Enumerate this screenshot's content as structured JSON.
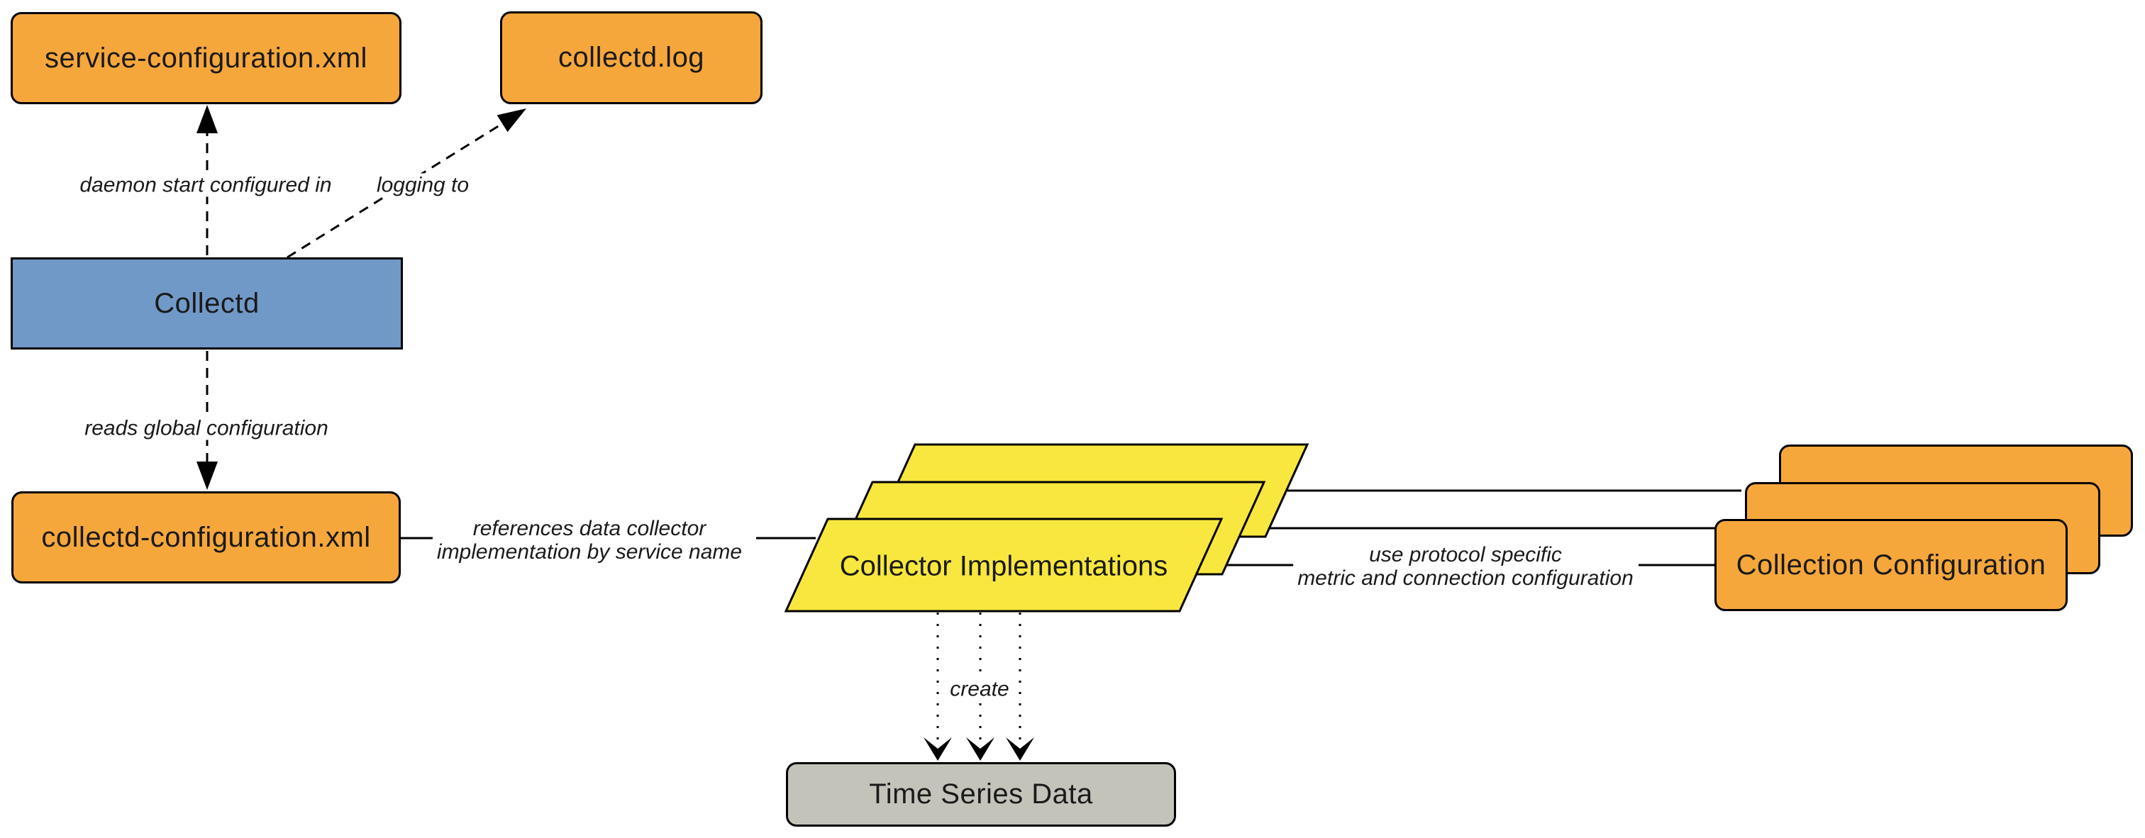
{
  "nodes": {
    "service_config": {
      "label": "service-configuration.xml"
    },
    "collectd_log": {
      "label": "collectd.log"
    },
    "collectd": {
      "label": "Collectd"
    },
    "collectd_config": {
      "label": "collectd-configuration.xml"
    },
    "collector_impls": {
      "label": "Collector Implementations"
    },
    "collection_config": {
      "label": "Collection Configuration"
    },
    "time_series": {
      "label": "Time Series Data"
    }
  },
  "edges": {
    "daemon_start": {
      "label": "daemon start configured in"
    },
    "logging_to": {
      "label": "logging to"
    },
    "reads_global": {
      "label": "reads global configuration"
    },
    "references": {
      "label": "references data collector\nimplementation by service name"
    },
    "use_protocol": {
      "label": "use protocol specific\nmetric and connection configuration"
    },
    "create": {
      "label": "create"
    }
  },
  "colors": {
    "orange": "#F6A73C",
    "blue": "#7199C8",
    "yellow": "#F8E73E",
    "gray": "#C3C3BA",
    "line": "#000000",
    "background": "#FFFFFF"
  }
}
